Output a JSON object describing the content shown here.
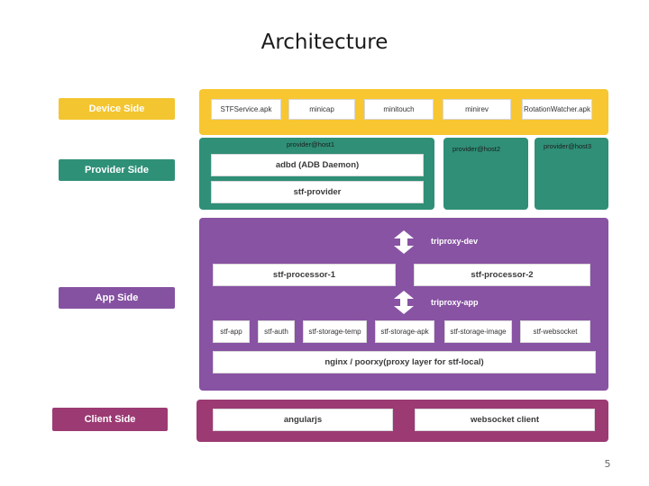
{
  "title": "Architecture",
  "page_number": "5",
  "sides": {
    "device": "Device Side",
    "provider": "Provider Side",
    "app": "App Side",
    "client": "Client Side"
  },
  "device": {
    "items": [
      "STFService.apk",
      "minicap",
      "minitouch",
      "minirev",
      "RotationWatcher.apk"
    ]
  },
  "provider": {
    "host1": "provider@host1",
    "host2": "provider@host2",
    "host3": "provider@host3",
    "adbd": "adbd (ADB Daemon)",
    "stf_provider": "stf-provider"
  },
  "app": {
    "triproxy_dev": "triproxy-dev",
    "triproxy_app": "triproxy-app",
    "processor_1": "stf-processor-1",
    "processor_2": "stf-processor-2",
    "services": [
      "stf-app",
      "stf-auth",
      "stf-storage-temp",
      "stf-storage-apk",
      "stf-storage-image",
      "stf-websocket"
    ],
    "nginx": "nginx / poorxy(proxy layer for stf-local)"
  },
  "client": {
    "angularjs": "angularjs",
    "websocket": "websocket client"
  },
  "colors": {
    "device": "#f7c631",
    "provider": "#2f8f77",
    "app": "#8853a3",
    "client": "#9b3a73"
  }
}
